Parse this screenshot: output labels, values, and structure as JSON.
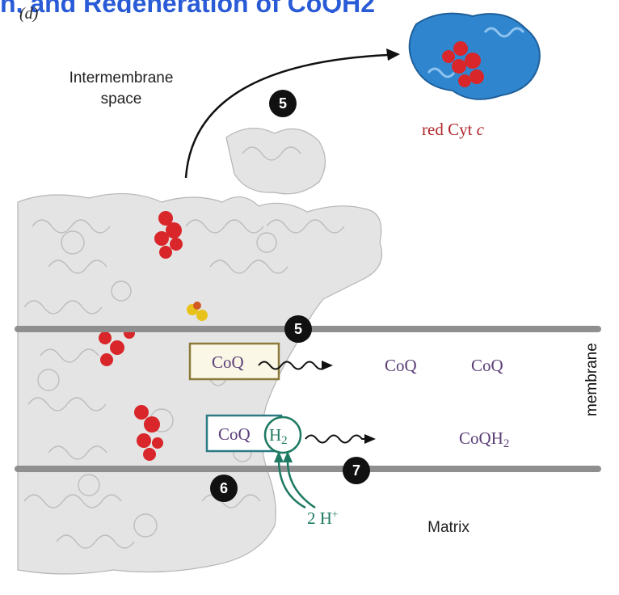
{
  "header": {
    "title": "n, and Regeneration of CoQH2"
  },
  "panel_label": "(d)",
  "regions": {
    "intermembrane": "Intermembrane space",
    "matrix": "Matrix",
    "membrane": "membrane"
  },
  "cyt_label": {
    "text": "red Cyt ",
    "italic": "c"
  },
  "steps": {
    "a": "5",
    "b": "5",
    "c": "6",
    "d": "7"
  },
  "coq": {
    "box1": "CoQ",
    "free1": "CoQ",
    "free2": "CoQ",
    "box2": "CoQ",
    "h2_base": "H",
    "h2_sub": "2",
    "coqh2_base": "CoQH",
    "coqh2_sub": "2"
  },
  "protons": {
    "count": "2 H",
    "sup": "+"
  },
  "colors": {
    "blue_header": "#2a5bd7",
    "red_heme": "#d8262a",
    "cyt_blue": "#2f86cf",
    "coq_purple": "#5a3e78",
    "teal": "#1f7a63",
    "box1_border": "#8b7a3a",
    "box1_fill": "#fbf7e6",
    "box2_border": "#2c7a86",
    "membrane_line": "#8f8f8f"
  }
}
